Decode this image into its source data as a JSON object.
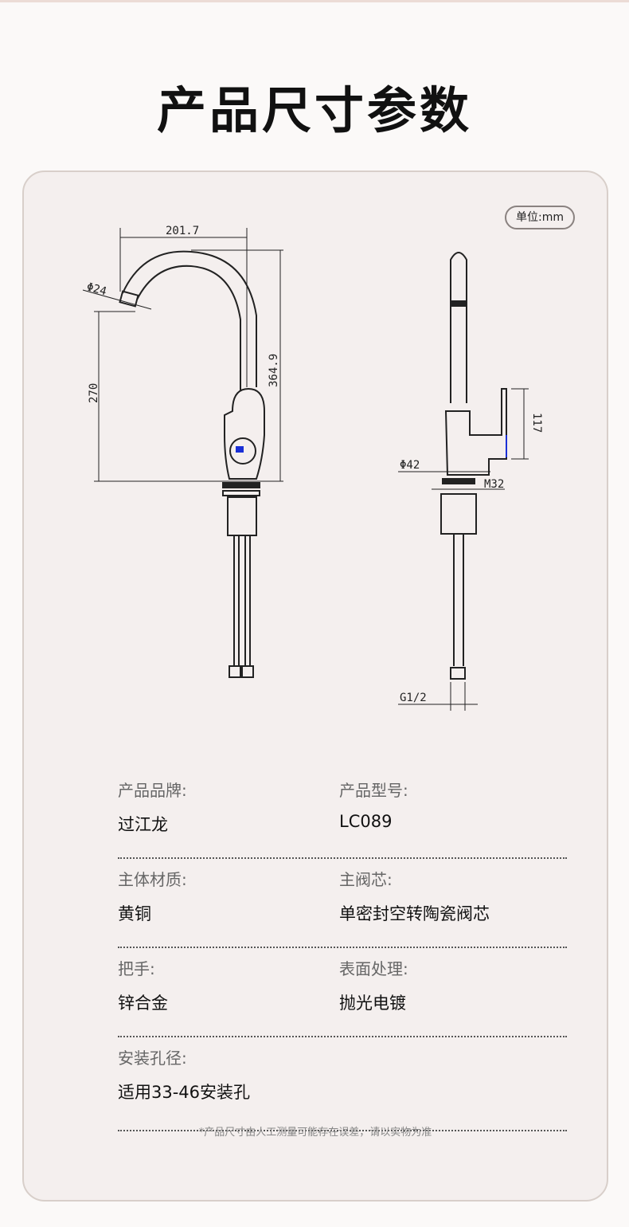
{
  "title": "产品尺寸参数",
  "unit_badge": "单位:mm",
  "dimensions": {
    "front": {
      "width": "201.7",
      "spout_diameter": "Φ24",
      "spout_height": "270",
      "total_height": "364.9"
    },
    "side": {
      "handle_height": "117",
      "base_diameter": "Φ42",
      "thread": "M32",
      "inlet": "G1/2"
    }
  },
  "specs": [
    {
      "label": "产品品牌:",
      "value": "过江龙"
    },
    {
      "label": "产品型号:",
      "value": "LC089"
    },
    {
      "label": "主体材质:",
      "value": "黄铜"
    },
    {
      "label": "主阀芯:",
      "value": "单密封空转陶瓷阀芯"
    },
    {
      "label": "把手:",
      "value": "锌合金"
    },
    {
      "label": "表面处理:",
      "value": "抛光电镀"
    },
    {
      "label": "安装孔径:",
      "value": "适用33-46安装孔"
    }
  ],
  "footnote": "*产品尺寸由人工测量可能存在误差，请以实物为准",
  "colors": {
    "accent_blue": "#1a2fd6"
  }
}
